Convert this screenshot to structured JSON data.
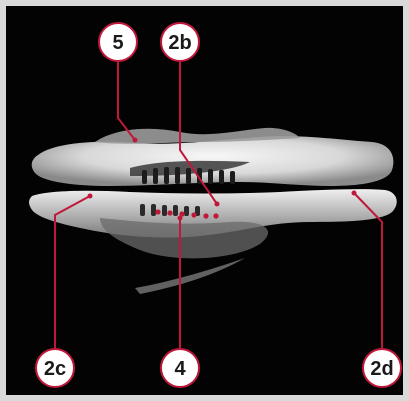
{
  "colors": {
    "background": "#030303",
    "border": "#d9d9d9",
    "callout_line": "#c0183a",
    "callout_fill": "#ffffff",
    "bone": "#e8e8e8"
  },
  "callouts": {
    "c5": {
      "text": "5"
    },
    "c2b": {
      "text": "2b"
    },
    "c2c": {
      "text": "2c"
    },
    "c4": {
      "text": "4"
    },
    "c2d": {
      "text": "2d"
    }
  }
}
